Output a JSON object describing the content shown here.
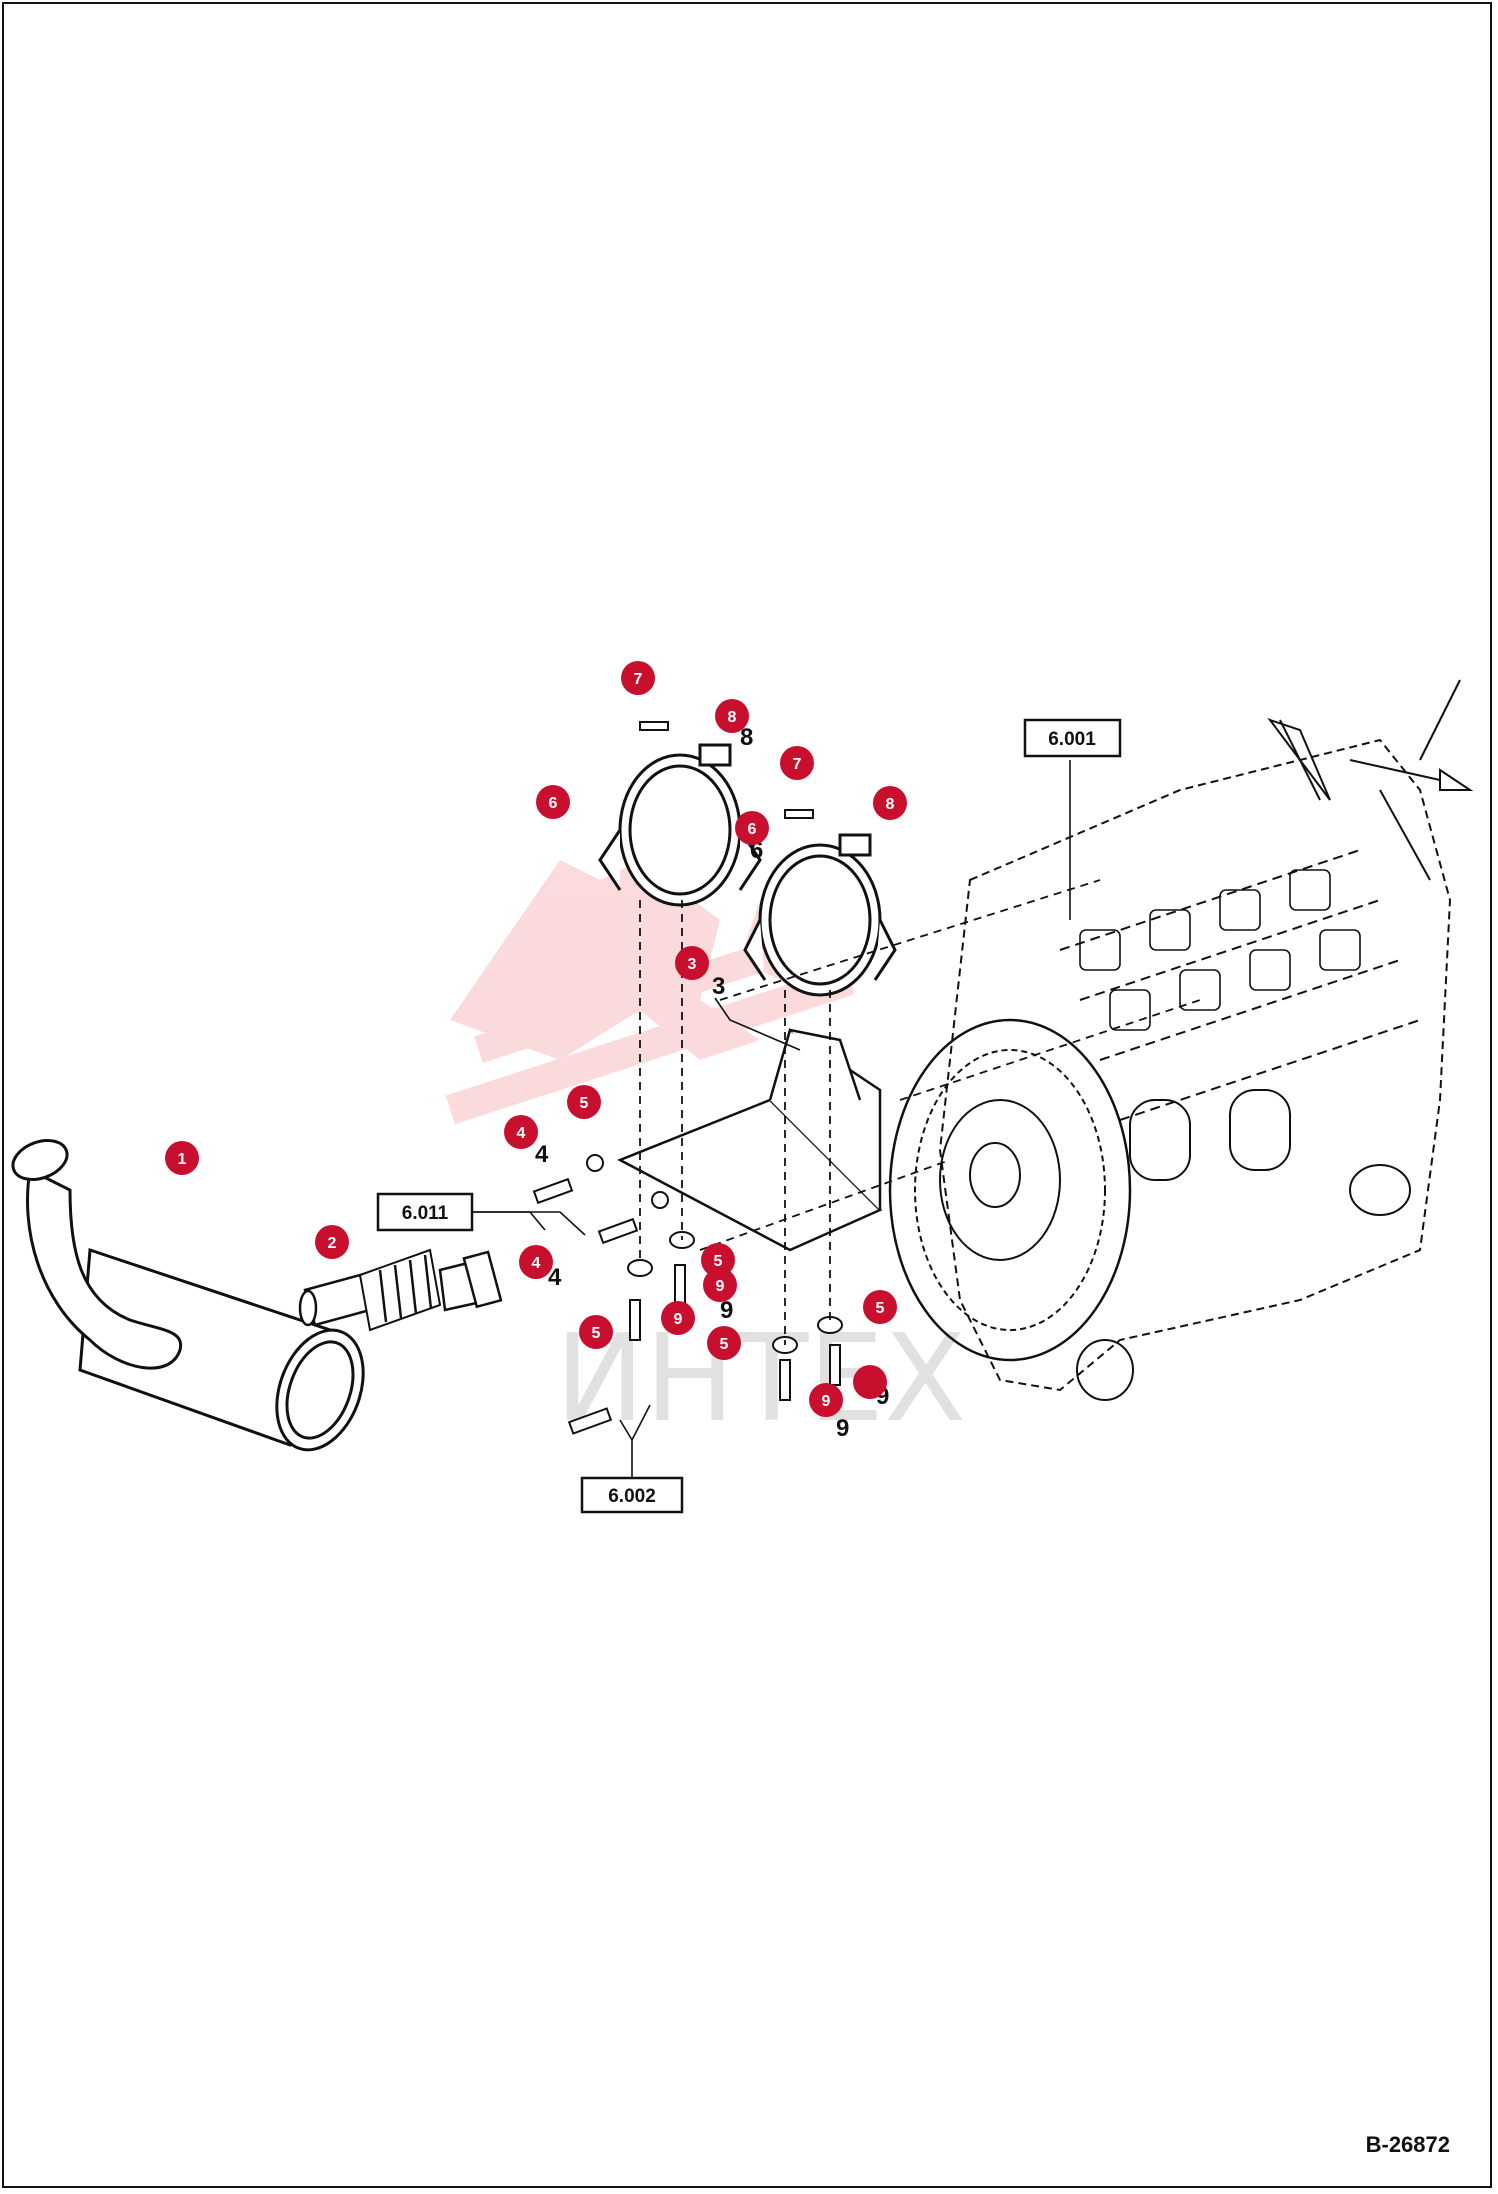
{
  "drawing_id": "B-26872",
  "watermark_text": "ИНТЕХ",
  "colors": {
    "callout_fill": "#c8102e",
    "line": "#111111",
    "watermark": "#e8383d"
  },
  "references": [
    {
      "id": "ref-6-001",
      "label": "6.001"
    },
    {
      "id": "ref-6-011",
      "label": "6.011"
    },
    {
      "id": "ref-6-002",
      "label": "6.002"
    }
  ],
  "callouts": [
    "1",
    "2",
    "3",
    "4",
    "4",
    "5",
    "5",
    "5",
    "5",
    "5",
    "6",
    "6",
    "7",
    "7",
    "8",
    "8",
    "9",
    "9",
    "9"
  ],
  "plain_numbers": [
    "3",
    "4",
    "4",
    "8",
    "6",
    "9",
    "9",
    "9"
  ]
}
